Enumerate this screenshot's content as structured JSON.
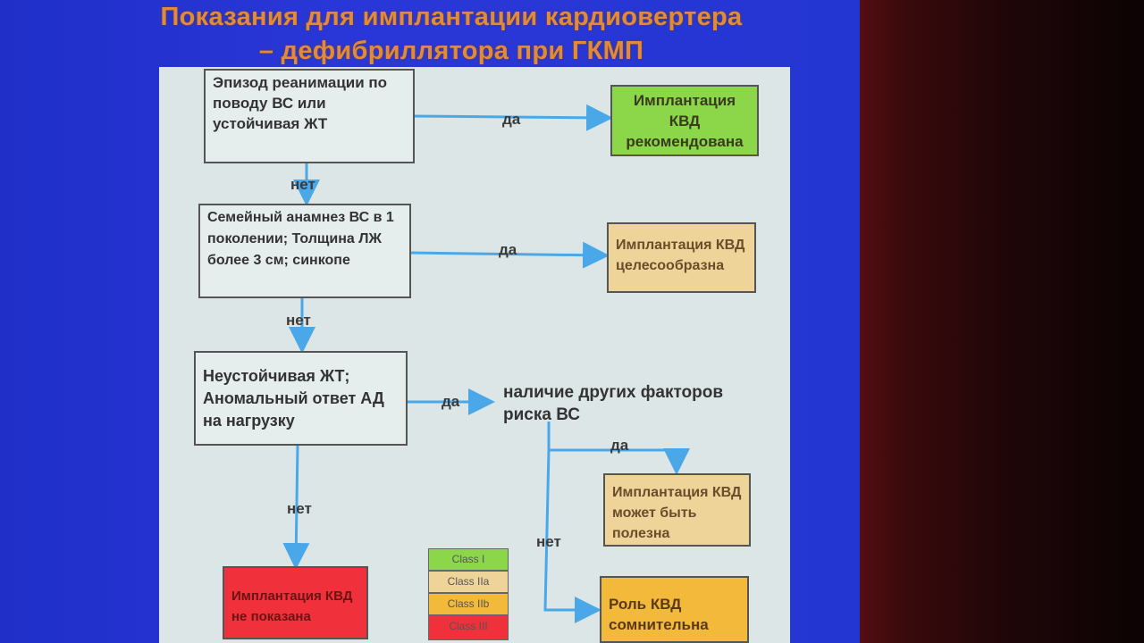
{
  "title": {
    "line1": "Показания для имплантации кардиовертера",
    "line2": "– дефибриллятора при ГКМП"
  },
  "flow": {
    "q1": "Эпизод реанимации по поводу ВС или устойчивая ЖТ",
    "r1": "Имплантация КВД рекомендована",
    "q2": "Семейный анамнез ВС в 1 поколении; Толщина ЛЖ более 3 см; синкопе",
    "r2": "Имплантация КВД целесообразна",
    "q3": "Неустойчивая ЖТ; Аномальный ответ АД на нагрузку",
    "q4": "наличие других факторов риска ВС",
    "r3": "Имплантация КВД может быть полезна",
    "r4": "Роль КВД сомнительна",
    "r5": "Имплантация КВД не показана",
    "yes": "да",
    "no": "нет"
  },
  "legend": [
    "Class I",
    "Class IIa",
    "Class IIb",
    "Class III"
  ],
  "colors": {
    "class_I": "#8cd64a",
    "class_IIa": "#efd49a",
    "class_IIb": "#f2b93a",
    "class_III": "#f0303a",
    "arrow": "#4aa8e8",
    "title": "#e08a3a"
  }
}
